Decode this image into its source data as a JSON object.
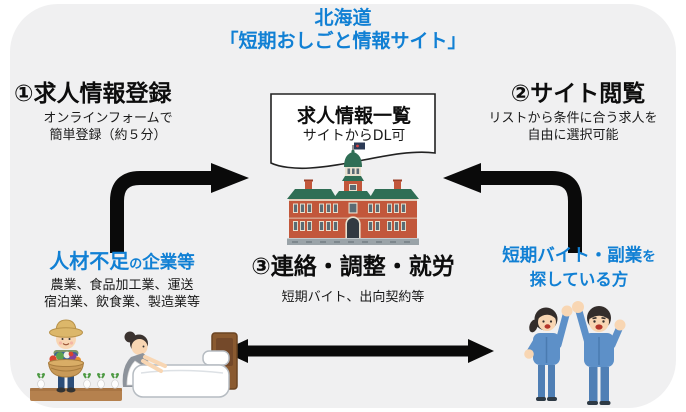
{
  "colors": {
    "accent_blue": "#1180d4",
    "panel_bg": "#f0f0f1",
    "arrow_black": "#0a0a0a",
    "building_brick": "#c2573b",
    "building_roof_green": "#2f6e55",
    "uniform_blue": "#5d90c8"
  },
  "title": {
    "line1": "北海道",
    "line2": "「短期おしごと情報サイト」"
  },
  "step1": {
    "heading": "①求人情報登録",
    "sub_line1": "オンラインフォームで",
    "sub_line2": "簡単登録（約５分）"
  },
  "step2": {
    "heading": "②サイト閲覧",
    "sub_line1": "リストから条件に合う求人を",
    "sub_line2": "自由に選択可能"
  },
  "step3": {
    "heading": "③連絡・調整・就労",
    "sub": "短期バイト、出向契約等"
  },
  "site_bubble": {
    "title": "求人情報一覧",
    "sub": "サイトからDL可"
  },
  "companies": {
    "highlight": "人材不足",
    "particle": "の",
    "rest": "企業等",
    "sub_line1": "農業、食品加工業、運送",
    "sub_line2": "宿泊業、飲食業、製造業等"
  },
  "job_seekers": {
    "line1_main": "短期バイト・副業",
    "line1_particle": "を",
    "line2": "探している方"
  },
  "icons": {
    "building": "red-brick-government-building",
    "farmer": "farmer-with-vegetable-basket",
    "housekeeping": "housekeeper-making-bed",
    "workers": "two-workers-cheering",
    "arrow_left": "elbow-arrow-pointing-right",
    "arrow_right": "elbow-arrow-pointing-left",
    "arrow_bottom": "double-headed-arrow"
  }
}
